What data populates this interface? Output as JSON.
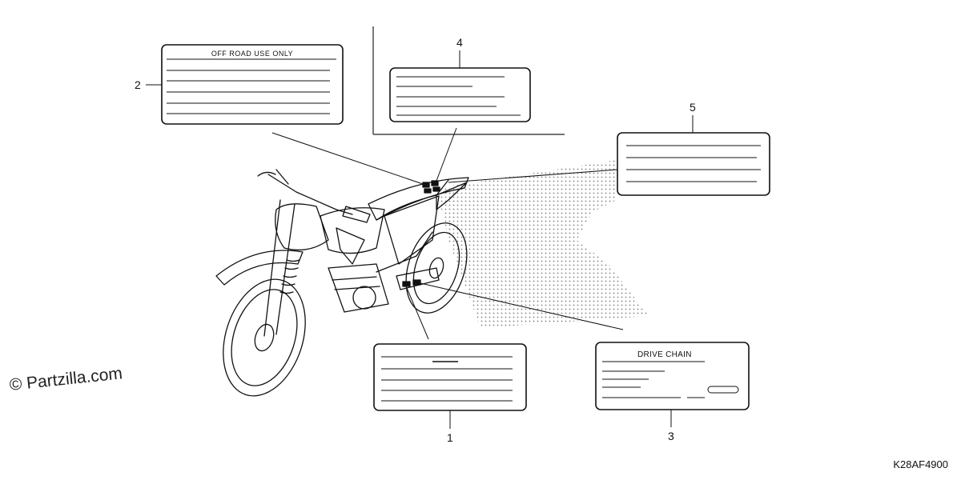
{
  "labels": {
    "callout_1": "1",
    "callout_2": "2",
    "callout_3": "3",
    "callout_4": "4",
    "callout_5": "5",
    "label_2_heading": "OFF ROAD USE ONLY",
    "label_3_heading": "DRIVE CHAIN"
  },
  "watermark": {
    "symbol": "©",
    "text": "Partzilla.com"
  },
  "part_code": "K28AF4900"
}
